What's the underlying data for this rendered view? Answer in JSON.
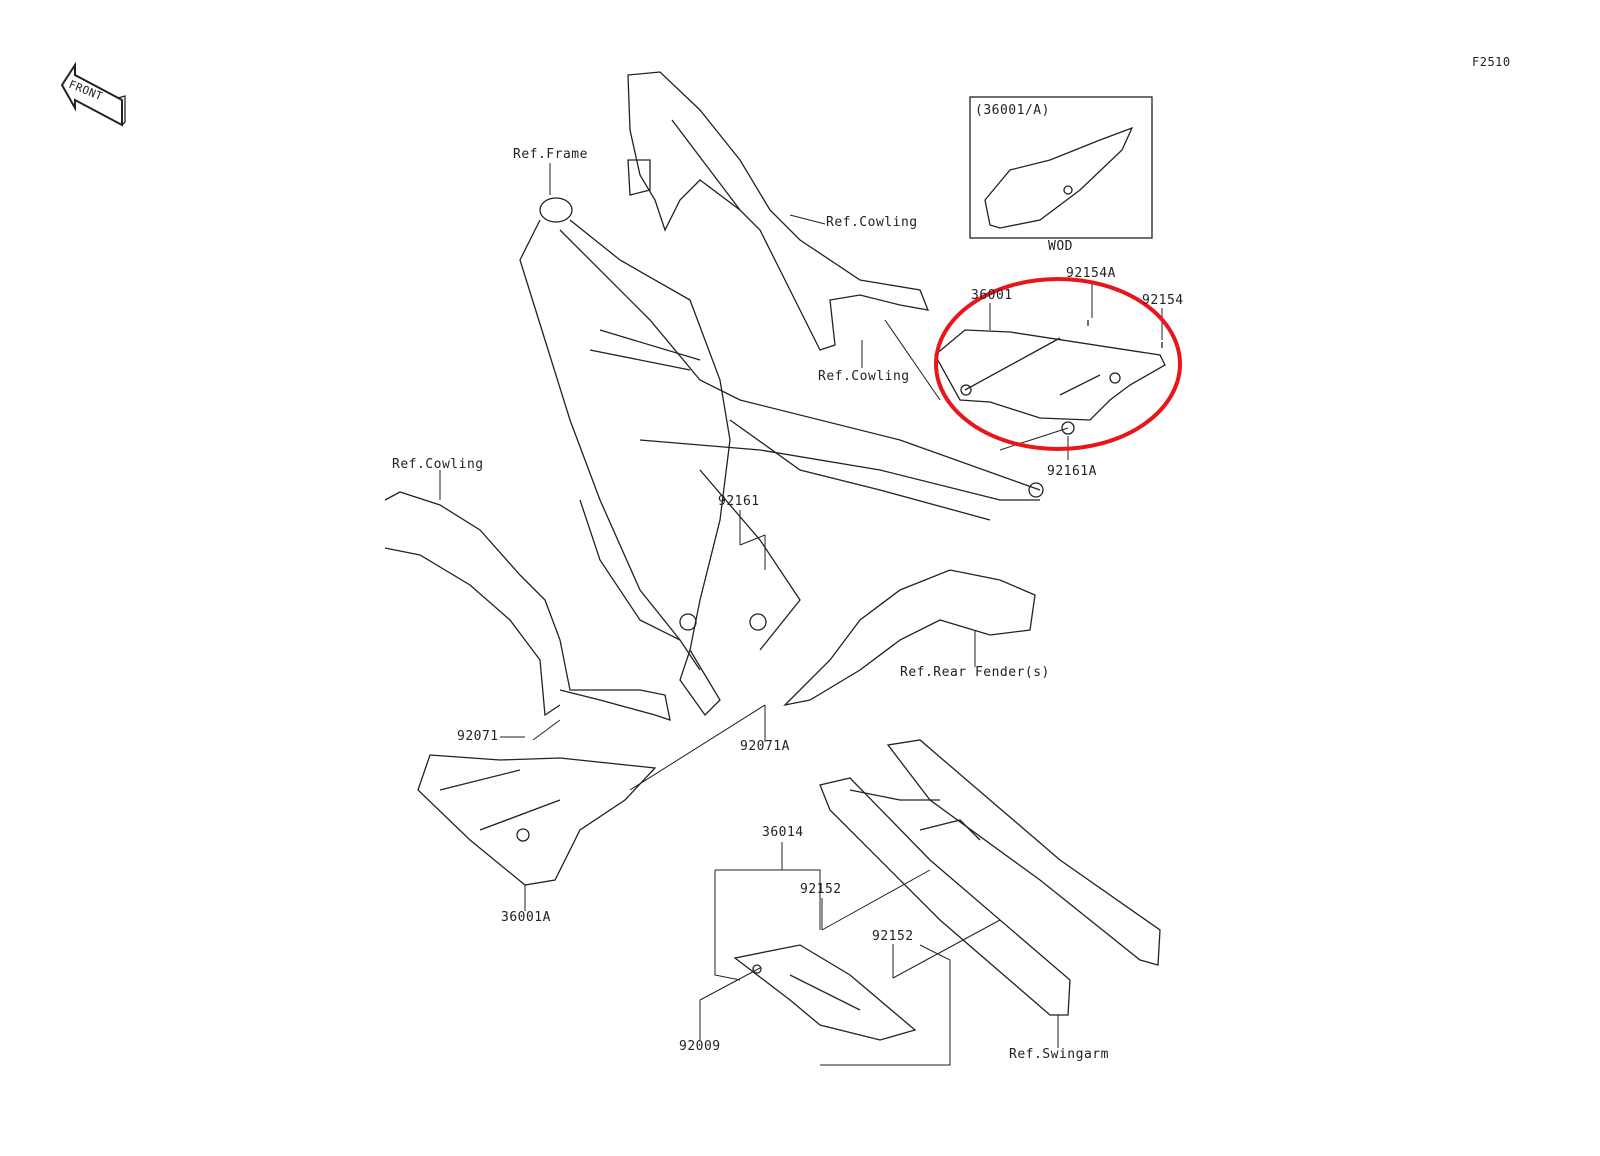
{
  "figure_code": "F2510",
  "front_label": "FRONT",
  "inset": {
    "title": "(36001/A)",
    "caption": "WOD"
  },
  "highlight_color": "#e8161b",
  "labels": {
    "ref_frame": "Ref.Frame",
    "ref_cowling_top": "Ref.Cowling",
    "ref_cowling_mid": "Ref.Cowling",
    "ref_cowling_left": "Ref.Cowling",
    "p36001": "36001",
    "p92154A": "92154A",
    "p92154": "92154",
    "p92161A": "92161A",
    "p92161": "92161",
    "ref_rear_fender": "Ref.Rear Fender(s)",
    "p92071": "92071",
    "p92071A": "92071A",
    "p36001A": "36001A",
    "p36014": "36014",
    "p92152_a": "92152",
    "p92152_b": "92152",
    "p92009": "92009",
    "ref_swingarm": "Ref.Swingarm"
  }
}
